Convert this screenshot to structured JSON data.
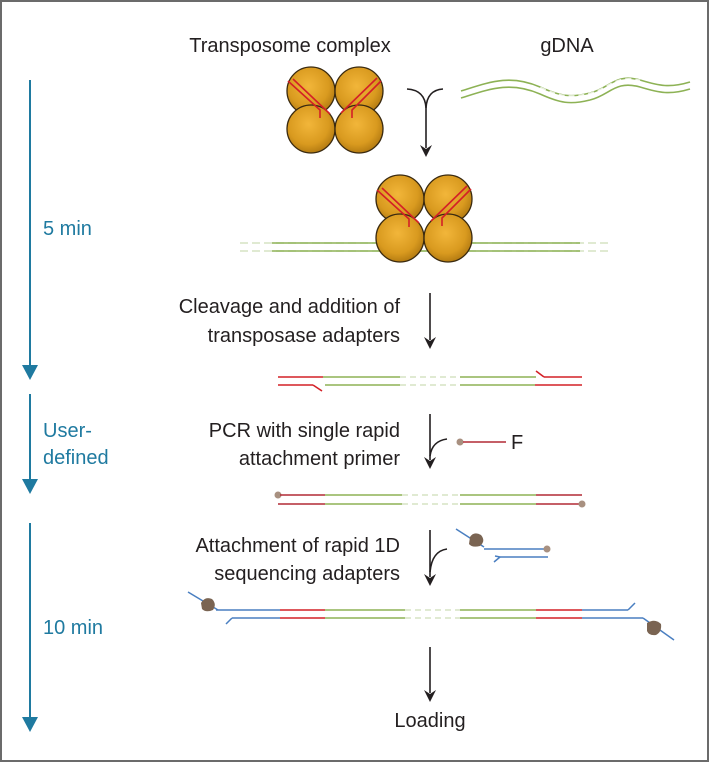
{
  "title_labels": {
    "transposome": "Transposome complex",
    "gdna": "gDNA"
  },
  "steps": [
    {
      "line1": "Cleavage and addition of",
      "line2": "transposase adapters"
    },
    {
      "line1": "PCR with single rapid",
      "line2": "attachment primer"
    },
    {
      "line1": "Attachment of rapid 1D",
      "line2": "sequencing adapters"
    }
  ],
  "primer_label": "F",
  "final_step": "Loading",
  "timeline": [
    {
      "label": "5 min"
    },
    {
      "line1": "User-",
      "line2": "defined"
    },
    {
      "label": "10 min"
    }
  ],
  "colors": {
    "dna": "#8db255",
    "adapter_red": "#d42027",
    "sequencing_adapter_blue": "#4a7fc1",
    "timeline_blue": "#1f7aa0",
    "bead_gold": "#e0a123",
    "bead_outline": "#3a2a10",
    "motor_protein": "#7a6452",
    "primer_bead": "#a89080"
  }
}
